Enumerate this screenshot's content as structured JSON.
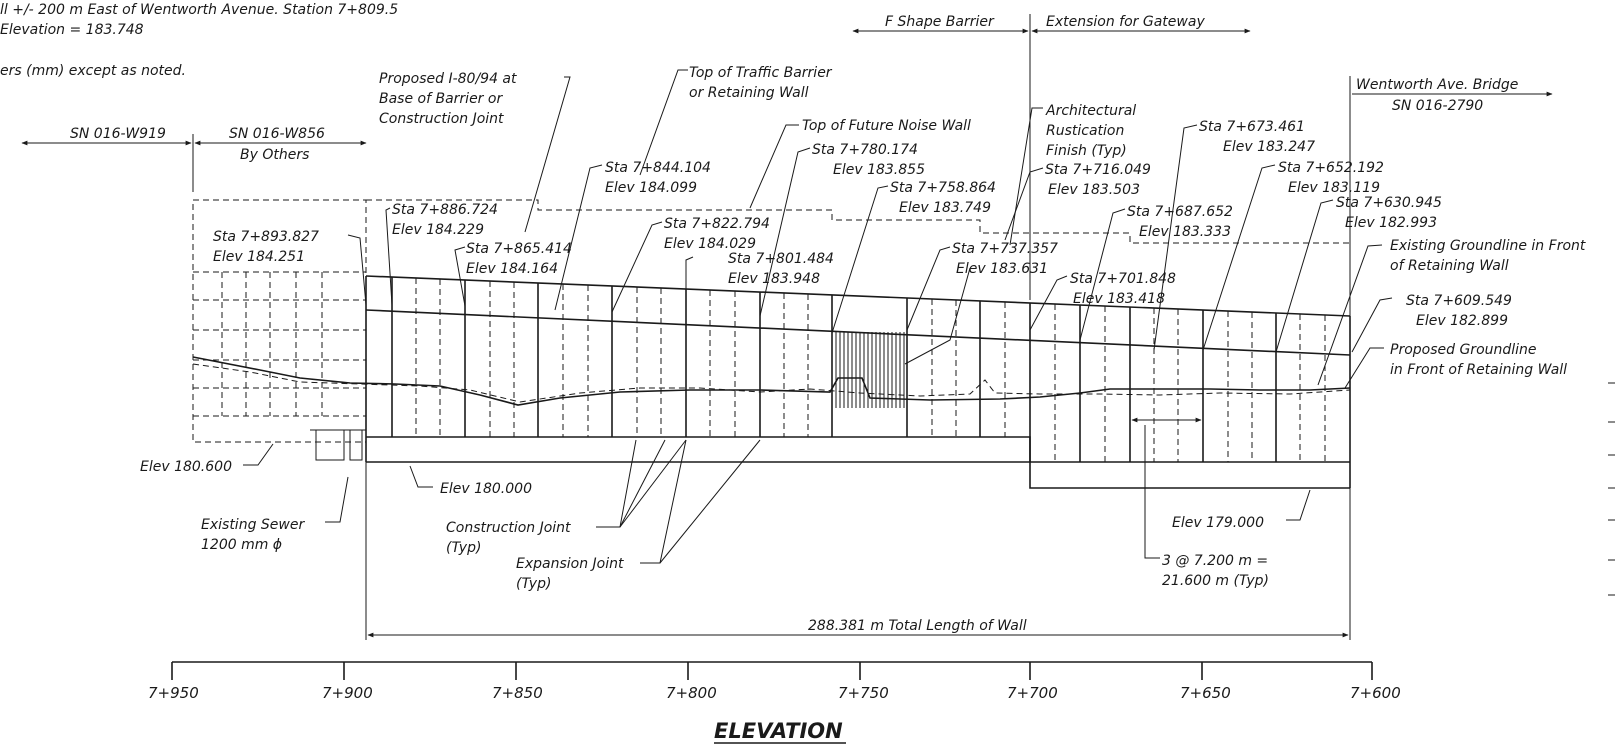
{
  "header": {
    "line1": "ll +/- 200 m East of Wentworth Avenue.  Station 7+809.5",
    "line2": "Elevation = 183.748",
    "line3": "ers (mm) except as noted."
  },
  "sections": {
    "f_shape": "F Shape Barrier",
    "extension": "Extension for Gateway",
    "sn_w919": "SN 016-W919",
    "sn_w856": "SN 016-W856",
    "by_others": "By Others",
    "wentworth_1": "Wentworth Ave. Bridge",
    "wentworth_2": "SN 016-2790"
  },
  "notes": {
    "proposed_1": "Proposed I-80/94 at",
    "proposed_2": "Base of Barrier or",
    "proposed_3": "Construction Joint",
    "top_traffic_1": "Top of Traffic Barrier",
    "top_traffic_2": "or Retaining Wall",
    "noise_wall": "Top of Future Noise Wall",
    "arch_1": "Architectural",
    "arch_2": "Rustication",
    "arch_3": "Finish (Typ)",
    "exist_ground_1": "Existing Groundline in Front",
    "exist_ground_2": "of Retaining Wall",
    "prop_ground_1": "Proposed Groundline",
    "prop_ground_2": "in Front of Retaining Wall",
    "elev_180600": "Elev 180.600",
    "elev_180000": "Elev 180.000",
    "elev_179000": "Elev 179.000",
    "sewer_1": "Existing Sewer",
    "sewer_2": "1200 mm ϕ",
    "cj_1": "Construction Joint",
    "cj_2": "(Typ)",
    "ej_1": "Expansion Joint",
    "ej_2": "(Typ)",
    "spacing_1": "3 @ 7.200 m =",
    "spacing_2": "21.600 m (Typ)",
    "total_length": "288.381 m Total Length of Wall",
    "title": "ELEVATION"
  },
  "stations": [
    {
      "sta": "Sta 7+893.827",
      "elev": "Elev 184.251"
    },
    {
      "sta": "Sta 7+886.724",
      "elev": "Elev 184.229"
    },
    {
      "sta": "Sta 7+865.414",
      "elev": "Elev 184.164"
    },
    {
      "sta": "Sta 7+844.104",
      "elev": "Elev 184.099"
    },
    {
      "sta": "Sta 7+822.794",
      "elev": "Elev 184.029"
    },
    {
      "sta": "Sta 7+801.484",
      "elev": "Elev 183.948"
    },
    {
      "sta": "Sta 7+780.174",
      "elev": "Elev 183.855"
    },
    {
      "sta": "Sta 7+758.864",
      "elev": "Elev 183.749"
    },
    {
      "sta": "Sta 7+737.357",
      "elev": "Elev 183.631"
    },
    {
      "sta": "Sta 7+716.049",
      "elev": "Elev 183.503"
    },
    {
      "sta": "Sta 7+701.848",
      "elev": "Elev 183.418"
    },
    {
      "sta": "Sta 7+687.652",
      "elev": "Elev 183.333"
    },
    {
      "sta": "Sta 7+673.461",
      "elev": "Elev 183.247"
    },
    {
      "sta": "Sta 7+652.192",
      "elev": "Elev 183.119"
    },
    {
      "sta": "Sta 7+630.945",
      "elev": "Elev 182.993"
    },
    {
      "sta": "Sta 7+609.549",
      "elev": "Elev 182.899"
    }
  ],
  "scale": {
    "ticks": [
      "7+950",
      "7+900",
      "7+850",
      "7+800",
      "7+750",
      "7+700",
      "7+650",
      "7+600"
    ]
  }
}
